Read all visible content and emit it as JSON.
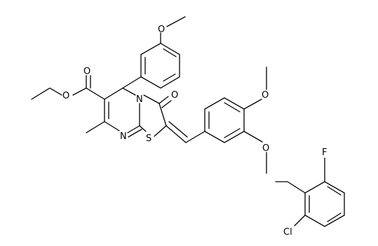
{
  "molecule": {
    "atom_labels": {
      "o_methoxy_top": "O",
      "o_ester_carbonyl": "O",
      "o_ester_ether": "O",
      "n_ring": "N",
      "n_imine": "N",
      "s_ring": "S",
      "o_ketone": "O",
      "o_methoxy_right": "O",
      "o_benzyl_ether": "O",
      "f_sub": "F",
      "cl_sub": "Cl"
    }
  },
  "colors": {
    "ink": "#000000",
    "background": "#ffffff"
  }
}
